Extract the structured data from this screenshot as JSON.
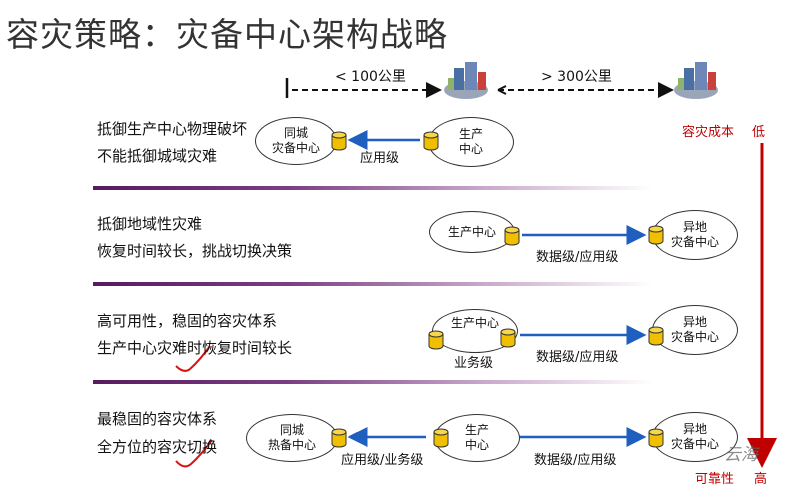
{
  "title": "容灾策略：灾备中心架构战略",
  "distances": {
    "near": "< 100公里",
    "far": "> 300公里"
  },
  "rows": [
    {
      "line1": "抵御生产中心物理破坏",
      "line2": "不能抵御城域灾难",
      "left_node": "同城\n灾备中心",
      "right_node": "生产\n中心",
      "link1": "应用级"
    },
    {
      "line1": "抵御地域性灾难",
      "line2": "恢复时间较长，挑战切换决策",
      "left_node": "生产中心",
      "right_node": "异地\n灾备中心",
      "link1": "数据级/应用级"
    },
    {
      "line1": "高可用性，稳固的容灾体系",
      "line2": "生产中心灾难时恢复时间较长",
      "left_node": "生产中心",
      "right_node": "异地\n灾备中心",
      "link_mid": "业务级",
      "link1": "数据级/应用级"
    },
    {
      "line1": "最稳固的容灾体系",
      "line2": "全方位的容灾切换",
      "left_node": "同城\n热备中心",
      "mid_node": "生产\n中心",
      "right_node": "异地\n灾备中心",
      "link_left": "应用级/业务级",
      "link1": "数据级/应用级"
    }
  ],
  "scale": {
    "cost": "容灾成本",
    "low": "低",
    "reliability": "可靠性",
    "high": "高"
  },
  "watermark": "云海",
  "colors": {
    "band": "#5a1a5e",
    "red": "#c00000",
    "arrow_blue": "#1f5fbf",
    "cylinder": "#f0c000"
  }
}
